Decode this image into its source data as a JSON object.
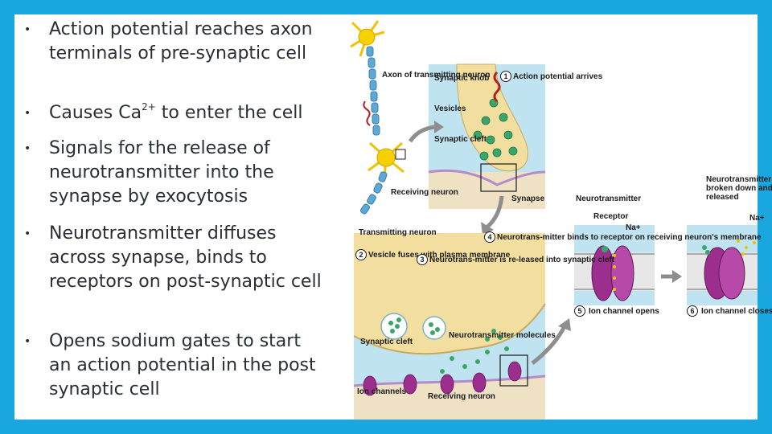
{
  "bullets": [
    {
      "text": "Action potential reaches axon terminals of pre-synaptic cell"
    },
    {
      "pre": "Causes Ca",
      "sup": "2+",
      "post": " to enter the cell"
    },
    {
      "text": "Signals for the release of neurotransmitter into the synapse by exocytosis"
    },
    {
      "text": "Neurotransmitter diffuses across synapse, binds to receptors on post-synaptic cell"
    },
    {
      "text": "Opens sodium gates to start an action potential in the post synaptic cell"
    }
  ],
  "figure": {
    "axon_label": "Axon of transmitting neuron",
    "receiving_label": "Receiving neuron",
    "synaptic_knob": "Synaptic knob",
    "vesicles": "Vesicles",
    "synaptic_cleft_top": "Synaptic cleft",
    "synapse": "Synapse",
    "step1_num": "1",
    "step1": "Action potential arrives",
    "transmitting_neuron": "Transmitting neuron",
    "step2_num": "2",
    "step2": "Vesicle fuses with plasma membrane",
    "step3_num": "3",
    "step3": "Neurotrans-mitter is re-leased into synaptic cleft",
    "step4_num": "4",
    "step4": "Neurotrans-mitter binds to receptor on receiving neuron's membrane",
    "synaptic_cleft_bottom": "Synaptic cleft",
    "nt_molecules": "Neurotransmitter molecules",
    "ion_channels": "Ion channels",
    "receiving_neuron_bottom": "Receiving neuron",
    "neurotransmitter": "Neurotransmitter",
    "receptor": "Receptor",
    "na_left": "Na+",
    "na_right": "Na+",
    "broken_down": "Neurotransmitter broken down and released",
    "step5_num": "5",
    "opens": "Ion channel opens",
    "step6_num": "6",
    "closes": "Ion channel closes"
  },
  "colors": {
    "frame": "#1aa7e0",
    "cleft_blue": "#bfe3f0",
    "terminal_tan": "#f2dfa0",
    "vesicle_green": "#3aa66a",
    "channel_purple": "#9c2f8e"
  }
}
